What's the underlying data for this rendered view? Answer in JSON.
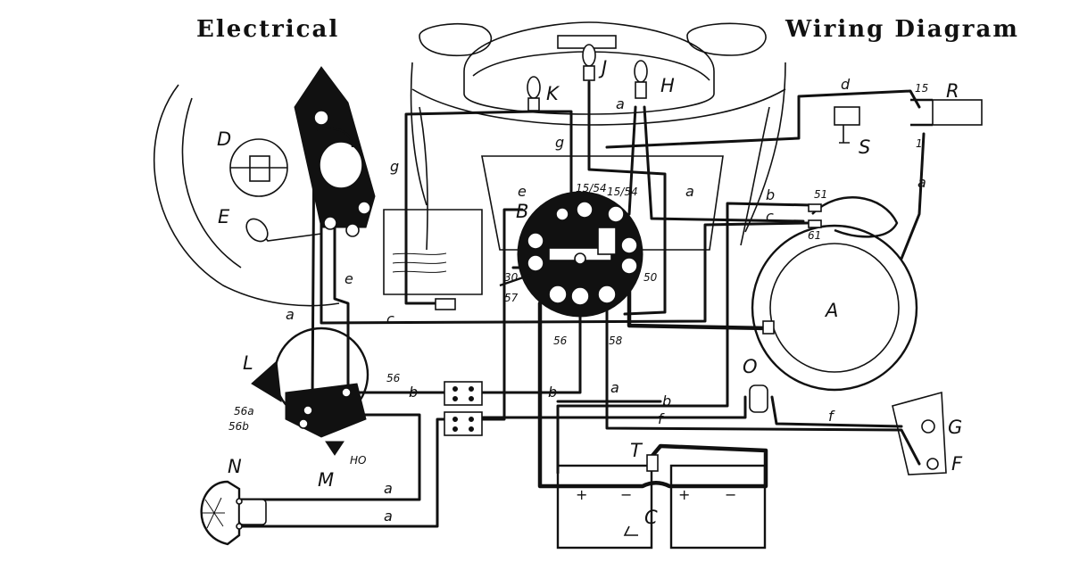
{
  "title": {
    "left": "Electrical",
    "right": "Wiring Diagram"
  },
  "components": {
    "A": "A",
    "B": "B",
    "C": "C",
    "D": "D",
    "E": "E",
    "F": "F",
    "G": "G",
    "H": "H",
    "J": "J",
    "K": "K",
    "L": "L",
    "M": "M",
    "N": "N",
    "O": "O",
    "R": "R",
    "S": "S",
    "T": "T"
  },
  "wire_letters": {
    "a": "a",
    "b": "b",
    "c": "c",
    "d": "d",
    "e": "e",
    "f": "f",
    "g": "g"
  },
  "terminals": {
    "t15_54": "15/54",
    "t30": "30",
    "t57": "57",
    "t56": "56",
    "t58": "58",
    "t50": "50",
    "t51": "51",
    "t61": "61",
    "t15": "15",
    "t1": "1",
    "t56a": "56a",
    "t56b": "56b",
    "tHO": "HO"
  },
  "battery_signs": {
    "plus": "+",
    "minus": "−"
  }
}
